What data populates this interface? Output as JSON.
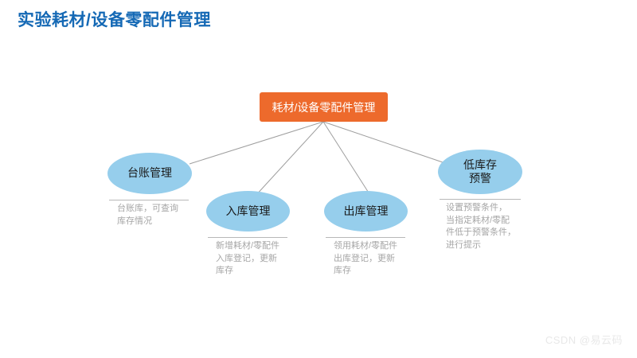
{
  "title": "实验耗材/设备零配件管理",
  "colors": {
    "title": "#1569B5",
    "root_fill": "#ED6A2C",
    "bubble_fill": "#96CEEC",
    "desc_text": "#A6A6A6",
    "connector": "#9E9E9E",
    "watermark": "#E8E8E8",
    "background": "#FFFFFF"
  },
  "root": {
    "label": "耗材/设备零配件管理"
  },
  "branches": [
    {
      "id": "ledger",
      "label": "台账管理",
      "description": "台账库，可查询\n库存情况"
    },
    {
      "id": "inbound",
      "label": "入库管理",
      "description": "新增耗材/零配件\n入库登记，更新\n库存"
    },
    {
      "id": "outbound",
      "label": "出库管理",
      "description": "领用耗材/零配件\n出库登记，更新\n库存"
    },
    {
      "id": "low-stock-alert",
      "label": "低库存\n预警",
      "description": "设置预警条件，\n当指定耗材/零配\n件低于预警条件，\n进行提示"
    }
  ],
  "watermark": "CSDN @易云码"
}
